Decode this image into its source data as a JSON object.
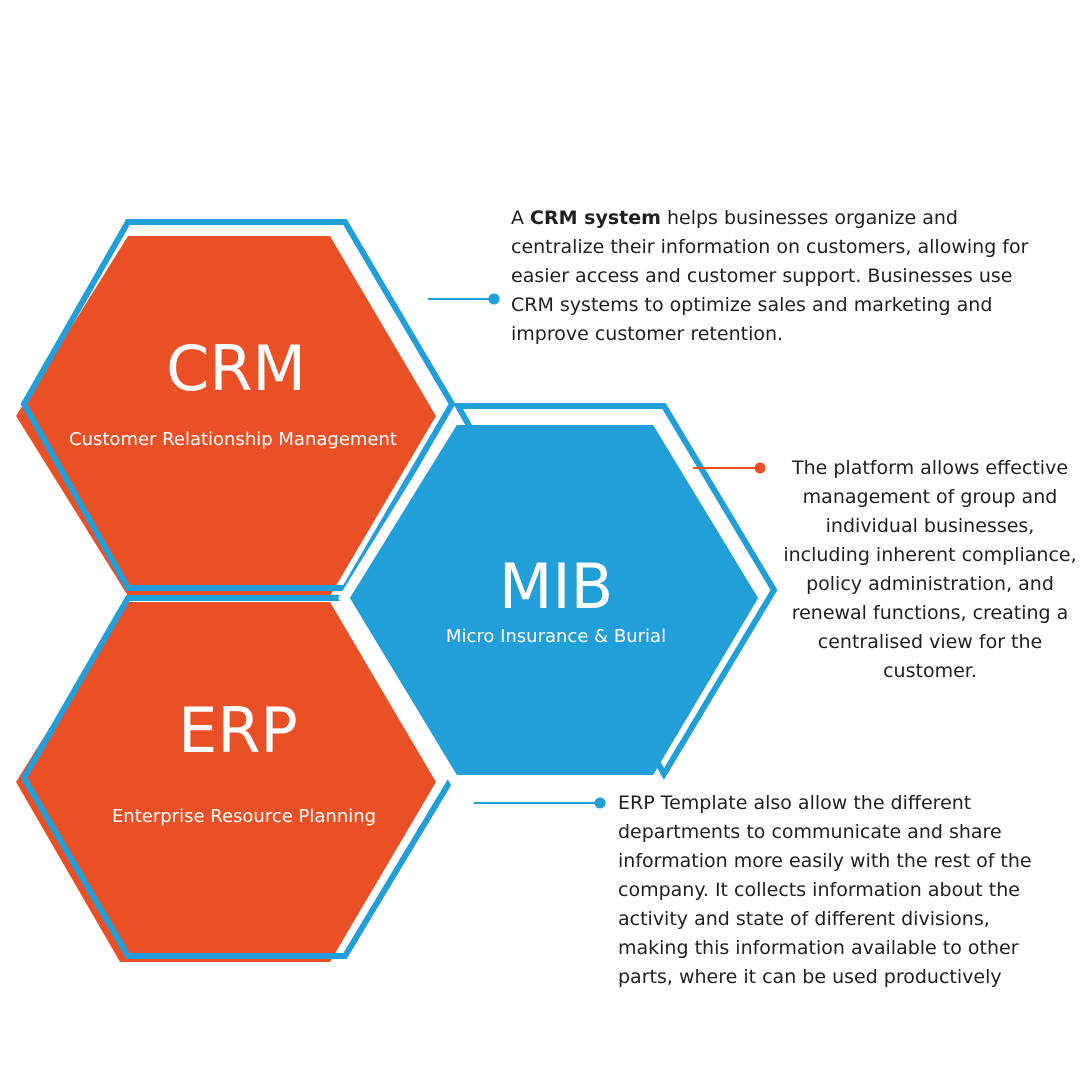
{
  "colors": {
    "orange": "#ea5026",
    "blue": "#229ed9",
    "text": "#1f1f1f",
    "background": "#ffffff"
  },
  "hexagons": {
    "crm": {
      "title": "CRM",
      "subtitle": "Customer Relationship Management"
    },
    "mib": {
      "title": "MIB",
      "subtitle": "Micro Insurance & Burial"
    },
    "erp": {
      "title": "ERP",
      "subtitle": "Enterprise Resource Planning"
    }
  },
  "descriptions": {
    "crm": {
      "prefix": "A ",
      "bold": "CRM system",
      "rest": " helps businesses organize and centralize their information on customers, allowing for easier access and customer support. Businesses use CRM systems to optimize sales and marketing and improve customer retention."
    },
    "mib": {
      "text": "The platform allows effective management of group and individual businesses, including inherent compliance, policy administration, and renewal functions, creating a centralised view for the customer."
    },
    "erp": {
      "text": "ERP Template also allow the different departments to communicate and share information more easily with the rest of the company. It collects information about the activity and state of different divisions, making this information available to other parts, where it can be used productively"
    }
  }
}
